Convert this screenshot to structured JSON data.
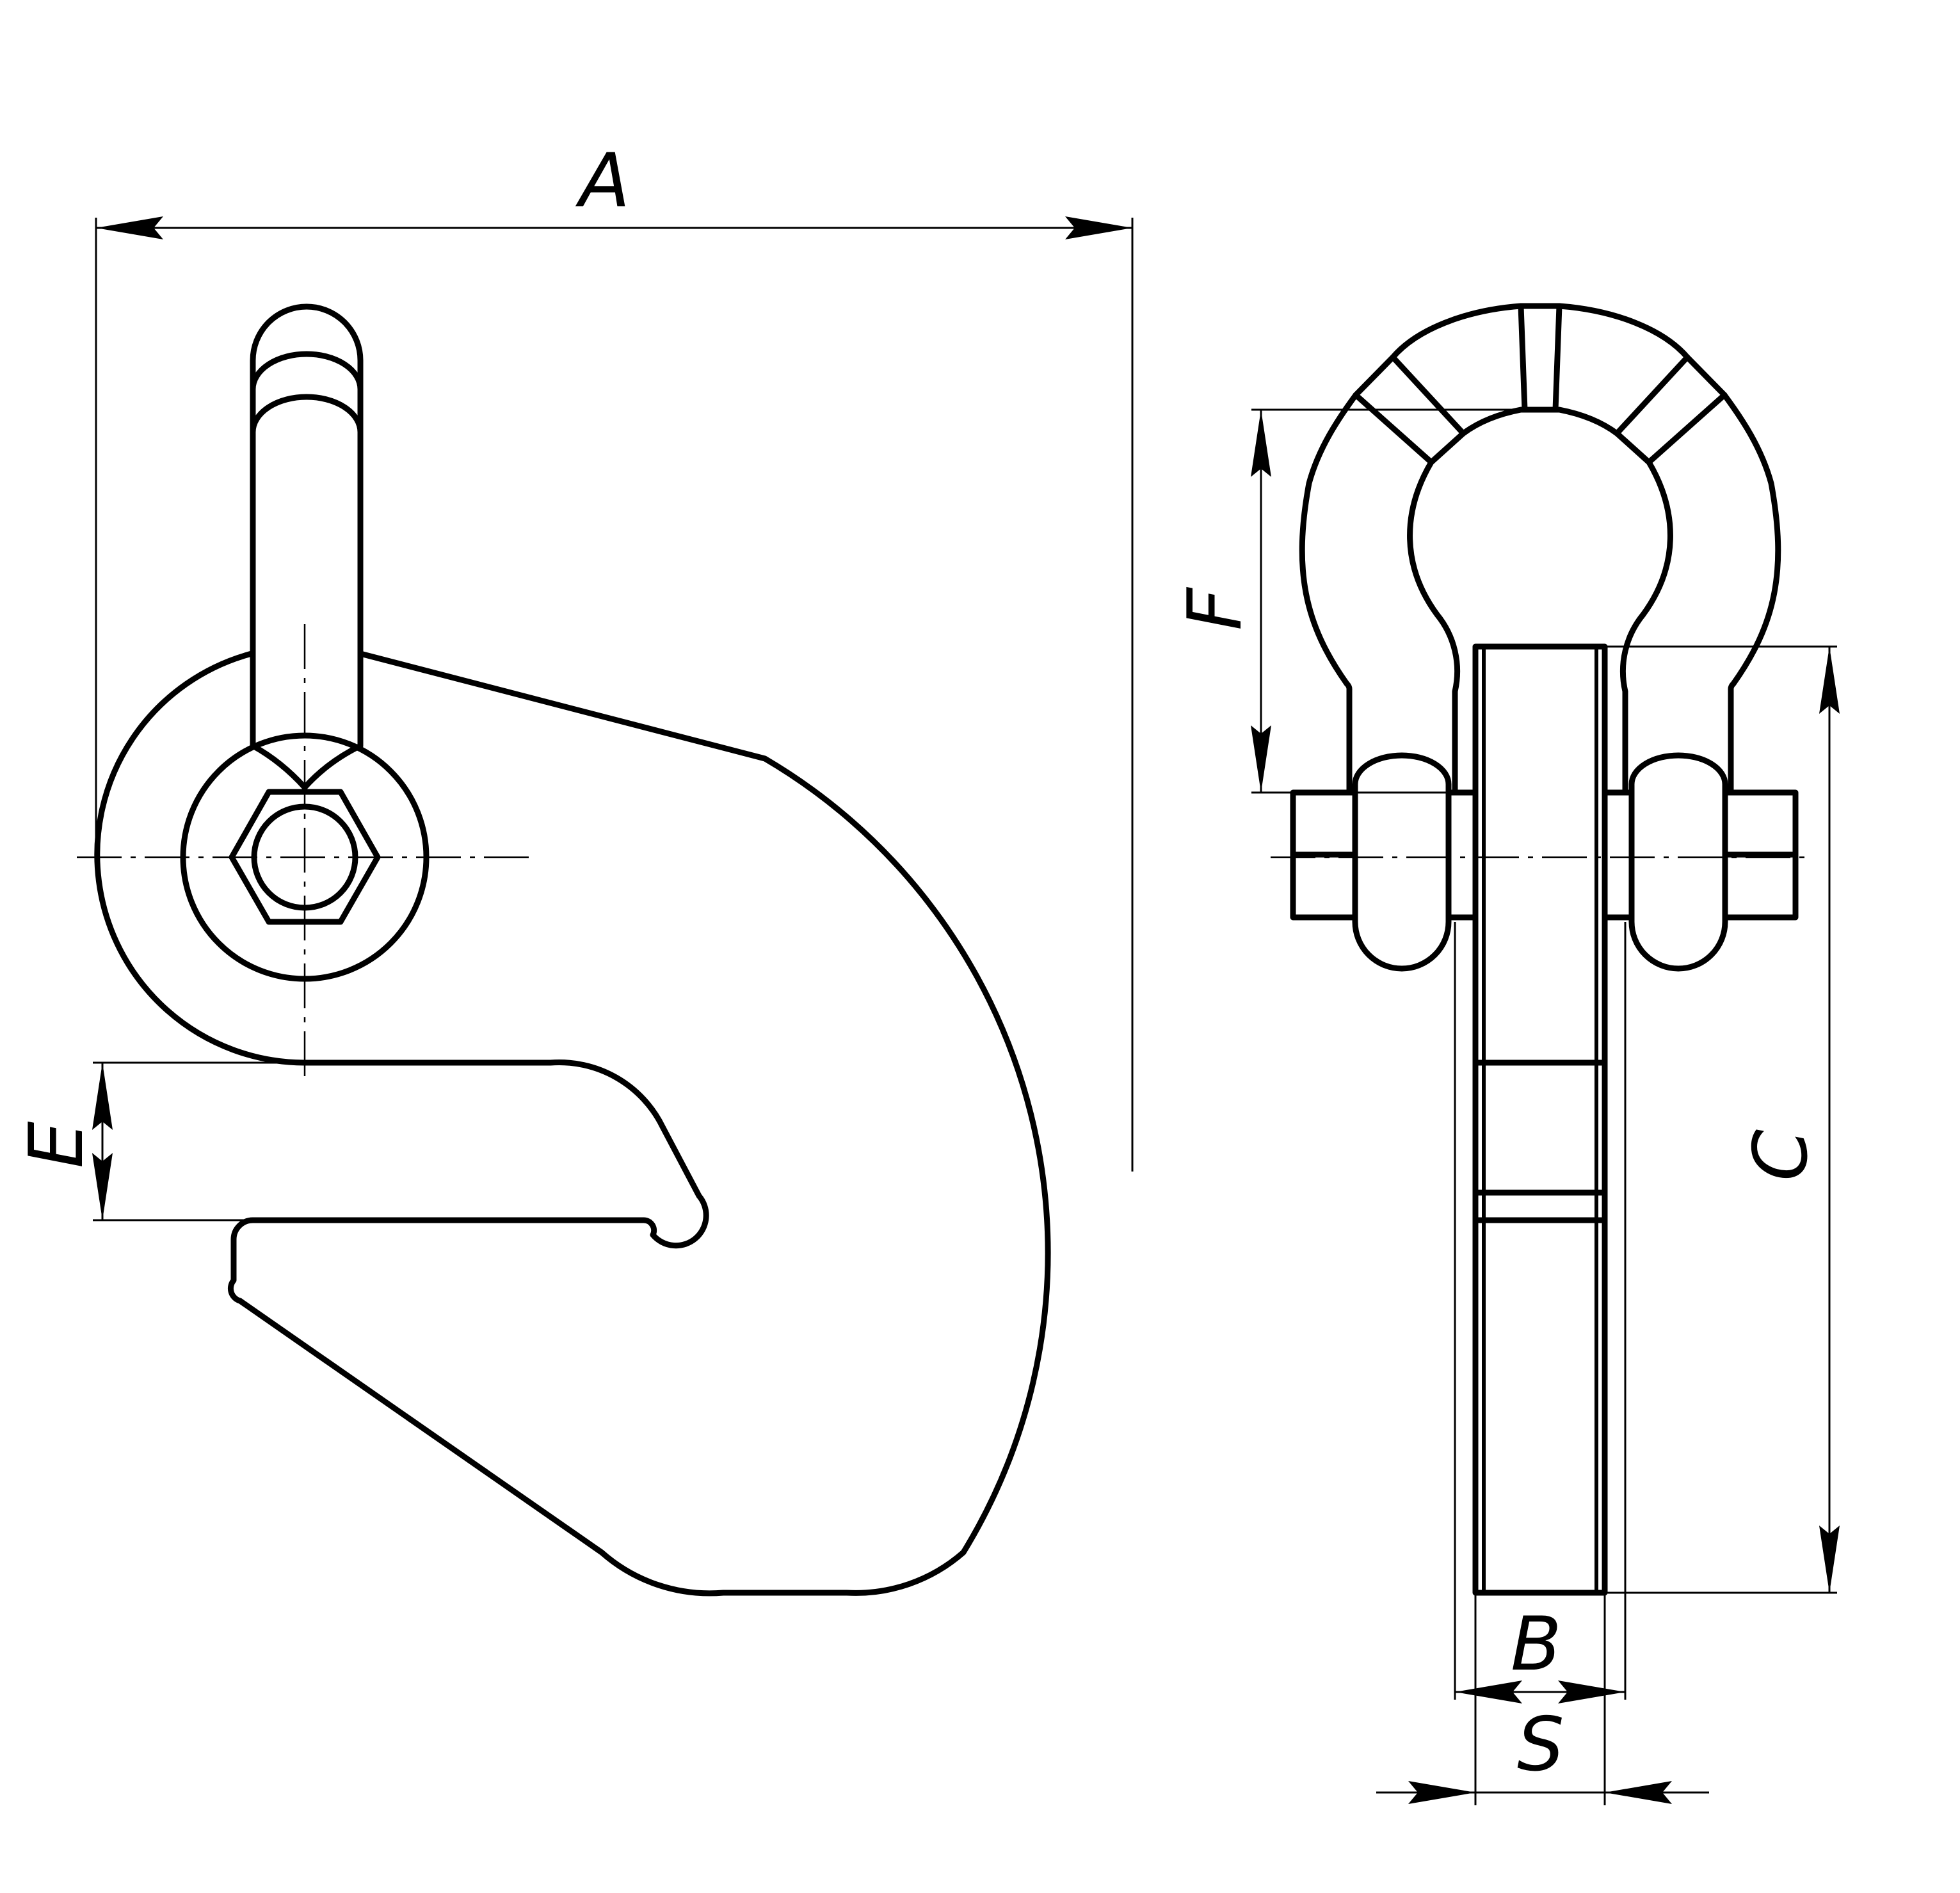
{
  "drawing": {
    "labels": {
      "A": "A",
      "B": "B",
      "C": "C",
      "E": "E",
      "F": "F",
      "S": "S"
    }
  }
}
